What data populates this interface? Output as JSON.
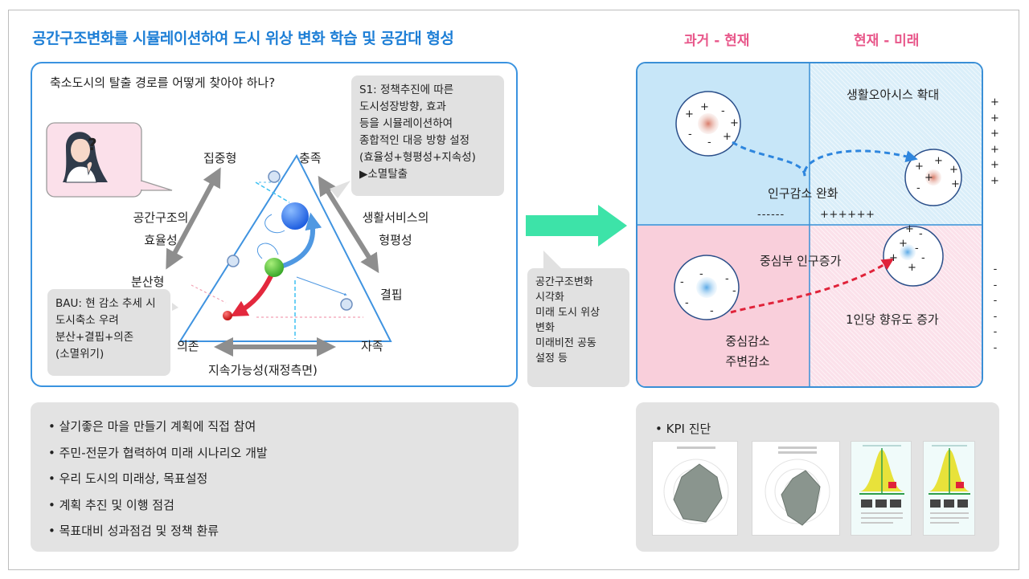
{
  "title": "공간구조변화를 시뮬레이션하여 도시 위상 변화 학습 및 공감대 형성",
  "left": {
    "question": "축소도시의 탈출 경로를 어떻게 찾아야 하나?",
    "s1_lines": [
      "S1: 정책추진에 따른",
      "도시성장방향, 효과",
      "등을 시뮬레이션하여",
      "종합적인 대응 방향 설정",
      "(효율성+형평성+지속성)",
      "▶소멸탈출"
    ],
    "bau_lines": [
      "BAU: 현 감소 추세 시",
      "도시축소 우려",
      "분산+결핍+의존",
      "(소멸위기)"
    ],
    "labels": {
      "concentrated": "집중형",
      "sufficient": "충족",
      "efficiency_1": "공간구조의",
      "efficiency_2": "효율성",
      "equity_1": "생활서비스의",
      "equity_2": "형평성",
      "dispersed": "분산형",
      "deficient": "결핍",
      "dependent": "의존",
      "selfreliant": "자족",
      "sustainability": "지속가능성(재정측면)"
    },
    "question_mark": "?"
  },
  "middle": {
    "lines": [
      "공간구조변화",
      "시각화",
      "미래 도시 위상",
      "변화",
      "미래비전 공동",
      "설정 등"
    ]
  },
  "right": {
    "header_past": "과거 - 현재",
    "header_future": "현재 - 미래",
    "expand": "생활오아시스 확대",
    "relief": "인구감소 완화",
    "minus_dashes": "------",
    "plus_row": "++++++",
    "center_growth": "중심부 인구증가",
    "per_capita": "1인당 향유도 증가",
    "decline_1": "중심감소",
    "decline_2": "주변감소",
    "plus_column": [
      "+",
      "+",
      "+",
      "+",
      "+",
      "+"
    ],
    "minus_column": [
      "-",
      "-",
      "-",
      "-",
      "-",
      "-"
    ],
    "circle_plus": "+",
    "circle_minus": "-"
  },
  "bottom_left": {
    "items": [
      "• 살기좋은 마을 만들기 계획에 직접 참여",
      "• 주민-전문가 협력하여 미래 시나리오 개발",
      "• 우리 도시의 미래상, 목표설정",
      "• 계획 추진 및 이행 점검",
      "• 목표대비 성과점검 및 정책 환류"
    ]
  },
  "bottom_right": {
    "kpi": "• KPI 진단"
  },
  "colors": {
    "title_blue": "#1e7fd6",
    "header_pink": "#e8578a",
    "arrow_green": "#3de3a8",
    "panel_blue": "#3a93e0"
  }
}
